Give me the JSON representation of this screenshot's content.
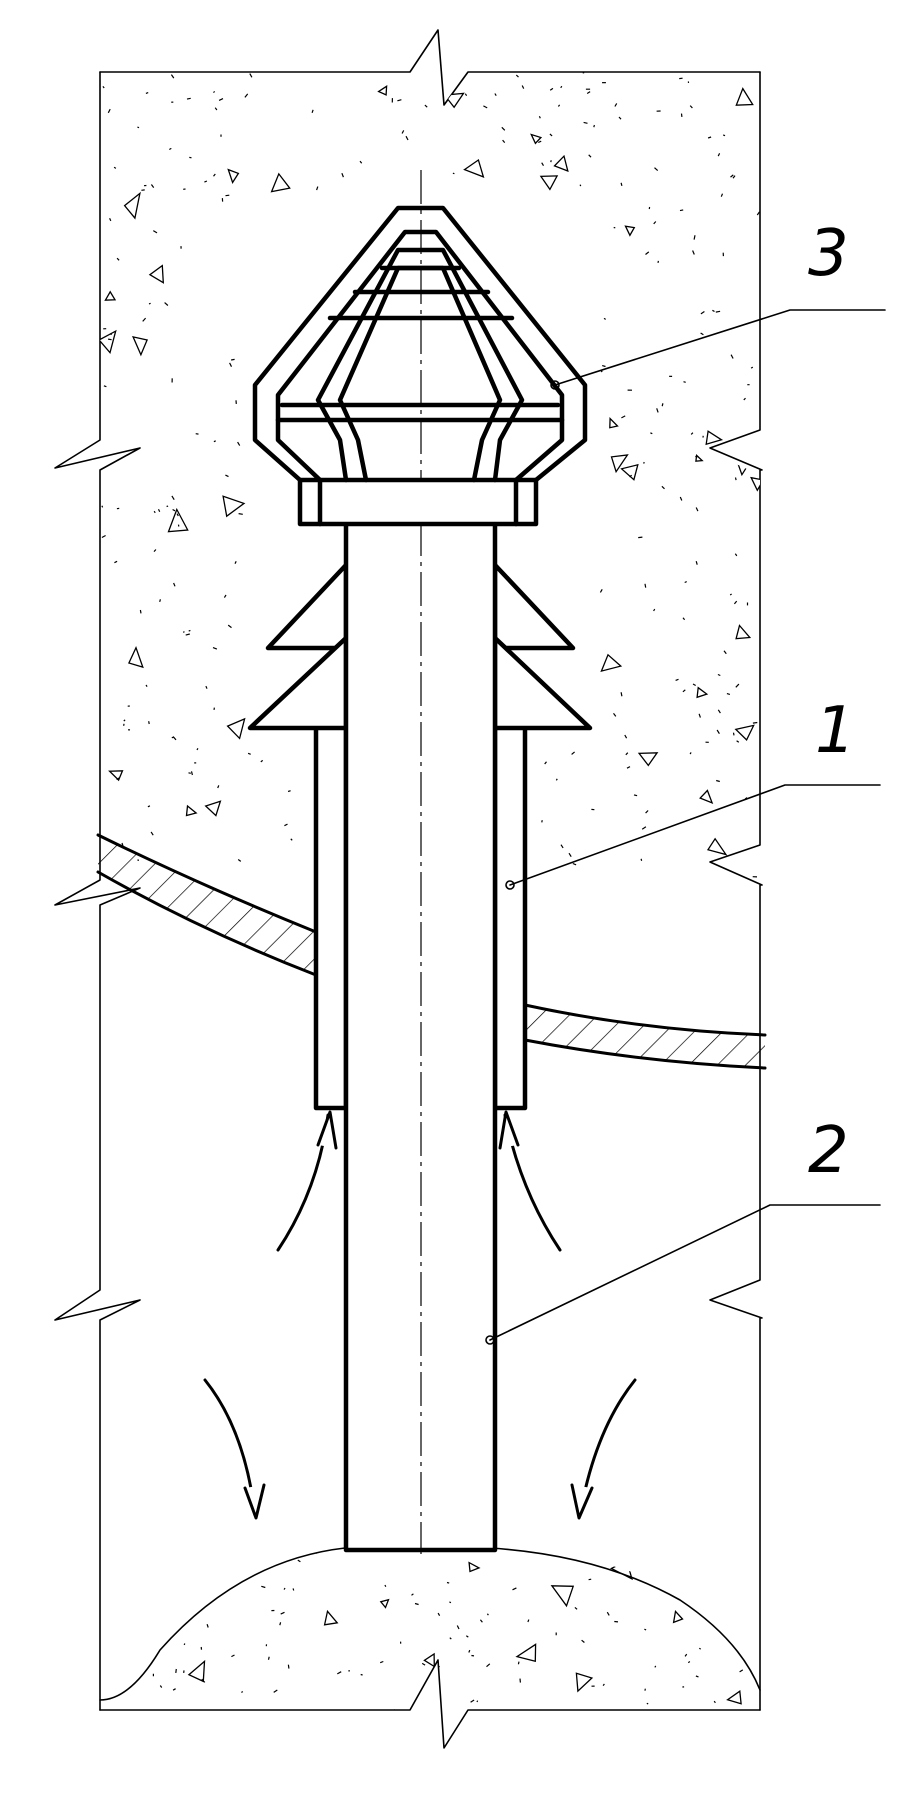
{
  "diagram": {
    "labels": [
      {
        "id": "callout-1",
        "text": "1"
      },
      {
        "id": "callout-2",
        "text": "2"
      },
      {
        "id": "callout-3",
        "text": "3"
      }
    ],
    "colors": {
      "ink": "#000000",
      "paper": "#ffffff"
    },
    "fill_pattern": "aggregate-speckle",
    "hatch_pattern": "diagonal"
  }
}
